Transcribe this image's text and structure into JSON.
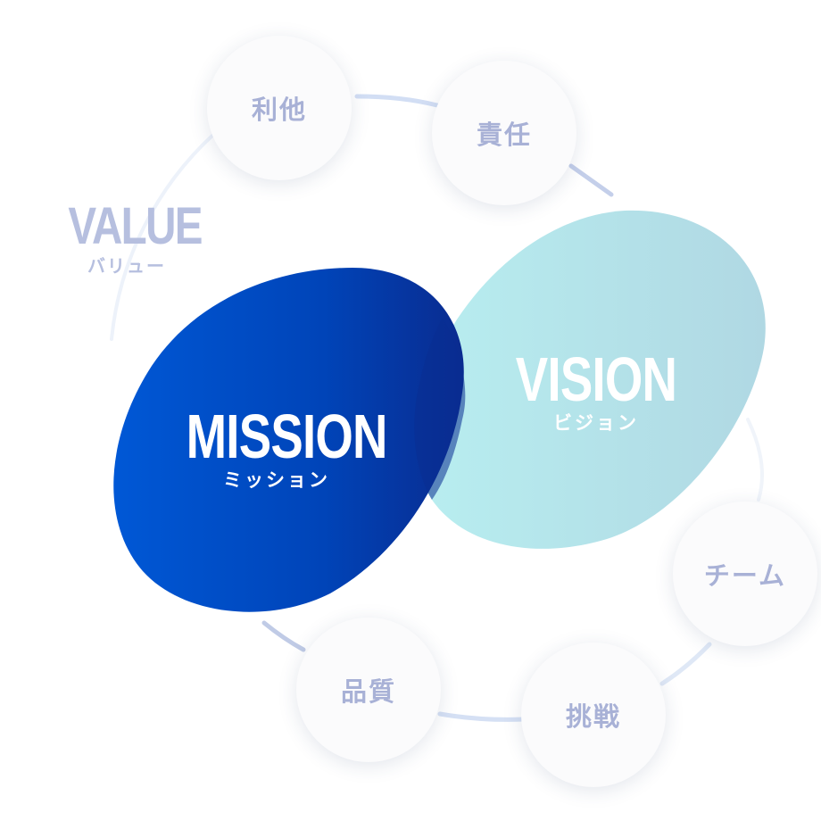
{
  "value": {
    "title": "VALUE",
    "subtitle": "バリュー"
  },
  "mission": {
    "title": "MISSION",
    "subtitle": "ミッション"
  },
  "vision": {
    "title": "VISION",
    "subtitle": "ビジョン"
  },
  "values": [
    {
      "label": "利他"
    },
    {
      "label": "責任"
    },
    {
      "label": "チーム"
    },
    {
      "label": "挑戦"
    },
    {
      "label": "品質"
    }
  ],
  "colors": {
    "mission_gradient_start": "#0058d6",
    "mission_gradient_end": "#0a2b8f",
    "vision_gradient_start": "#b5eaeb",
    "vision_gradient_end": "#b1d9e3",
    "value_text": "#b6bfdf",
    "bubble_text": "#a8b1d6",
    "ring": "#c9d6f0"
  }
}
